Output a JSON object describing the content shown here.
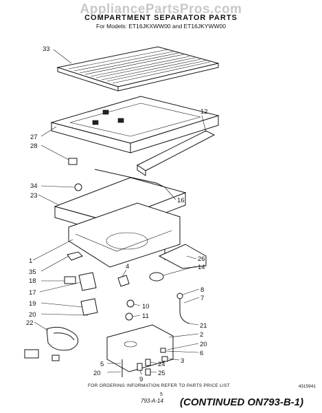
{
  "watermark": "AppliancePartsPros.com",
  "header": {
    "title": "COMPARTMENT SEPARATOR PARTS",
    "models": "For Models: ET16JKXWW00 and ET16JKYWW00"
  },
  "callouts": [
    {
      "id": "c33",
      "label": "33"
    },
    {
      "id": "c12",
      "label": "12"
    },
    {
      "id": "c27",
      "label": "27"
    },
    {
      "id": "c28",
      "label": "28"
    },
    {
      "id": "c34",
      "label": "34"
    },
    {
      "id": "c23",
      "label": "23"
    },
    {
      "id": "c16",
      "label": "16"
    },
    {
      "id": "c1",
      "label": "1"
    },
    {
      "id": "c26",
      "label": "26"
    },
    {
      "id": "c35",
      "label": "35"
    },
    {
      "id": "c4",
      "label": "4"
    },
    {
      "id": "c14",
      "label": "14"
    },
    {
      "id": "c18",
      "label": "18"
    },
    {
      "id": "c17",
      "label": "17"
    },
    {
      "id": "c8",
      "label": "8"
    },
    {
      "id": "c7",
      "label": "7"
    },
    {
      "id": "c10",
      "label": "10"
    },
    {
      "id": "c19",
      "label": "19"
    },
    {
      "id": "c11",
      "label": "11"
    },
    {
      "id": "c20a",
      "label": "20"
    },
    {
      "id": "c21",
      "label": "21"
    },
    {
      "id": "c22",
      "label": "22"
    },
    {
      "id": "c2",
      "label": "2"
    },
    {
      "id": "c20b",
      "label": "20"
    },
    {
      "id": "c6",
      "label": "6"
    },
    {
      "id": "c3",
      "label": "3"
    },
    {
      "id": "c5",
      "label": "5"
    },
    {
      "id": "c20c",
      "label": "20"
    },
    {
      "id": "c9",
      "label": "9"
    },
    {
      "id": "c25",
      "label": "25"
    },
    {
      "id": "c24",
      "label": "24"
    }
  ],
  "footer": {
    "note": "FOR ORDERING INFORMATION REFER TO PARTS PRICE LIST",
    "part_number": "4315941",
    "page": "5",
    "handwritten": "793-A-14",
    "continued": "(CONTINUED ON793-B-1)"
  }
}
